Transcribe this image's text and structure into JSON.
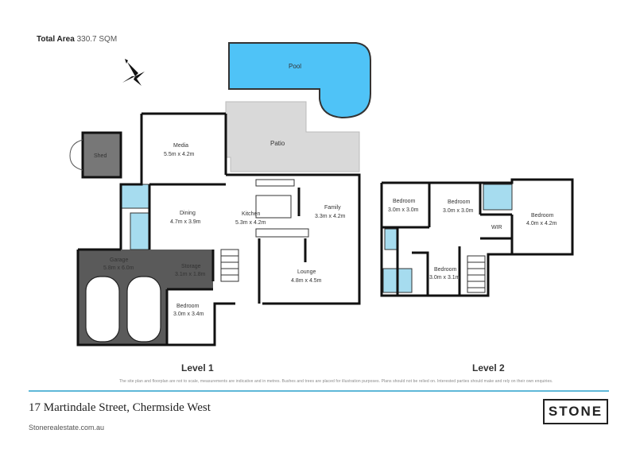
{
  "header": {
    "total_area_label": "Total Area",
    "total_area_value": "330.7 SQM"
  },
  "level1": {
    "label": "Level 1",
    "rooms": {
      "pool": "Pool",
      "patio": "Patio",
      "shed": "Shed",
      "media": {
        "name": "Media",
        "dim": "5.5m x 4.2m"
      },
      "dining": {
        "name": "Dining",
        "dim": "4.7m x 3.9m"
      },
      "kitchen": {
        "name": "Kitchen",
        "dim": "5.3m x 4.2m"
      },
      "family": {
        "name": "Family",
        "dim": "3.3m x 4.2m"
      },
      "garage": {
        "name": "Garage",
        "dim": "5.8m x 6.0m"
      },
      "storage": {
        "name": "Storage",
        "dim": "3.1m x 1.8m"
      },
      "lounge": {
        "name": "Lounge",
        "dim": "4.8m x 4.5m"
      },
      "bedroom": {
        "name": "Bedroom",
        "dim": "3.0m x 3.4m"
      }
    }
  },
  "level2": {
    "label": "Level 2",
    "rooms": {
      "bedroom_a": {
        "name": "Bedroom",
        "dim": "3.0m x 3.0m"
      },
      "bedroom_b": {
        "name": "Bedroom",
        "dim": "3.0m x 3.0m"
      },
      "bedroom_c": {
        "name": "Bedroom",
        "dim": "4.0m x 4.2m"
      },
      "wir": "WIR",
      "bedroom_d": {
        "name": "Bedroom",
        "dim": "3.0m x 3.1m"
      }
    }
  },
  "footer": {
    "disclaimer": "The site plan and floorplan are not to scale, measurements are indicative and in metres. Bushes and trees are placed for illustration purposes. Plans should not be relied on. Interested parties should make and rely on their own enquiries.",
    "address": "17 Martindale Street, Chermside West",
    "website": "Stonerealestate.com.au",
    "logo_text": "STONE"
  },
  "colors": {
    "wall": "#1a1a1a",
    "pool": "#4fc3f7",
    "patio": "#d7d7d7",
    "garage": "#555555",
    "wet_area": "#a6dcef",
    "accent_rule": "#5fb8d8"
  },
  "icons": [
    "north-arrow-icon"
  ]
}
